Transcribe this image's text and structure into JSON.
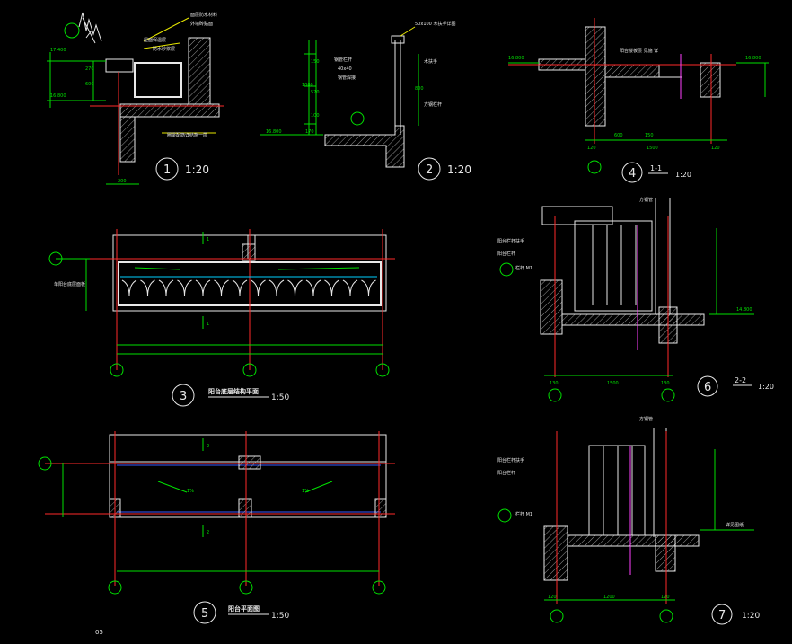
{
  "details": {
    "d1": {
      "num": "1",
      "scale": "1:20",
      "level_top": "17.400",
      "level_bot": "16.800",
      "dims": [
        "270",
        "600",
        "200"
      ],
      "notes": [
        "面层防水材料",
        "外墙砖贴面",
        "屋面保温层",
        "防水砂浆层",
        "圈梁配筋详结施一层"
      ]
    },
    "d2": {
      "num": "2",
      "scale": "1:20",
      "level": "16.800",
      "top_note": "50x100  木扶手详图",
      "dims": [
        "150",
        "570",
        "100",
        "1000",
        "170",
        "800"
      ],
      "notes": [
        "钢管栏杆",
        "40x40",
        "钢管焊接",
        "木扶手",
        "方钢栏杆"
      ]
    },
    "d3": {
      "num": "3",
      "caption": "阳台底层结构平面",
      "scale": "1:50",
      "section_mark": "1",
      "left_note": "单阳台底层面板"
    },
    "d4": {
      "num": "4",
      "sub": "1-1",
      "scale": "1:20",
      "level_left": "16.800",
      "level_right": "16.800",
      "dims": [
        "120",
        "600",
        "150",
        "1500",
        "120"
      ],
      "note": "阳台楼板层 见施 详"
    },
    "d5": {
      "num": "5",
      "caption": "阳台平面图",
      "scale": "1:50",
      "section_mark": "2",
      "slope": "1%"
    },
    "d6": {
      "num": "6",
      "sub": "2-2",
      "scale": "1:20",
      "level": "14.800",
      "dims": [
        "130",
        "1500",
        "130"
      ],
      "notes": [
        "方钢管",
        "阳台栏杆扶手",
        "阳台栏杆",
        "栏杆 M1"
      ]
    },
    "d7": {
      "num": "7",
      "scale": "1:20",
      "dims": [
        "120",
        "1200",
        "120"
      ],
      "notes": [
        "方钢管",
        "阳台栏杆扶手",
        "阳台栏杆",
        "栏杆 M1",
        "详见图纸"
      ]
    }
  },
  "page_number": "05",
  "colors": {
    "bg": "#000000",
    "line": "#e8e8e8",
    "dim": "#00e000",
    "axis": "#ff2a2a",
    "note": "#e6e600"
  }
}
